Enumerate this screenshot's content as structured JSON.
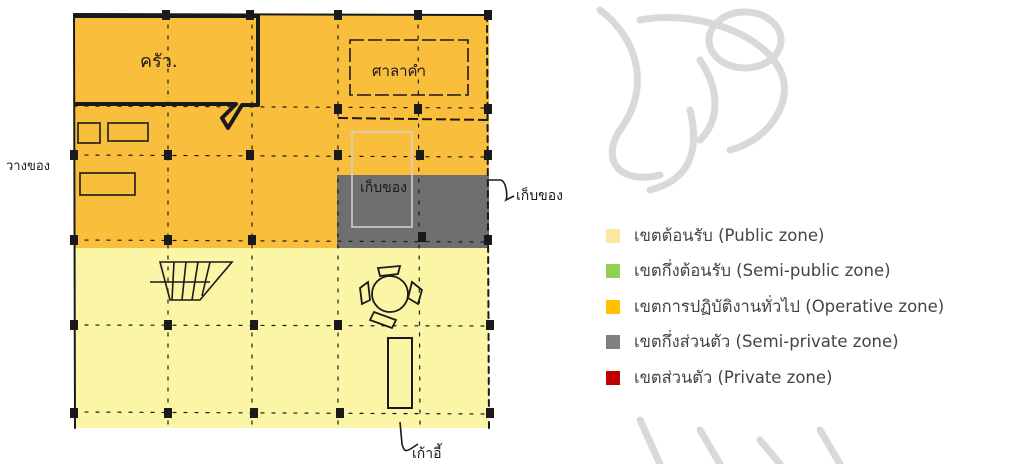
{
  "plan": {
    "labels": {
      "kitchen": "ครัว.",
      "counter": "ศาลาคำ",
      "display": "วางของ",
      "store_room": "เก็บของ",
      "store_callout": "เก็บของ",
      "chair_callout": "เก้าอี้"
    }
  },
  "legend": {
    "items": [
      {
        "label": "เขตต้อนรับ (Public zone)",
        "color": "#fce7a1"
      },
      {
        "label": "เขตกึ่งต้อนรับ (Semi-public zone)",
        "color": "#92d050"
      },
      {
        "label": "เขตการปฏิบัติงานทั่วไป (Operative zone)",
        "color": "#ffc000"
      },
      {
        "label": "เขตกึ่งส่วนตัว (Semi-private zone)",
        "color": "#808080"
      },
      {
        "label": "เขตส่วนตัว (Private zone)",
        "color": "#c00000"
      }
    ]
  },
  "zones": {
    "operative": "#f9be3c",
    "public": "#fbf5a6",
    "semi_private": "#6f6f6f"
  }
}
